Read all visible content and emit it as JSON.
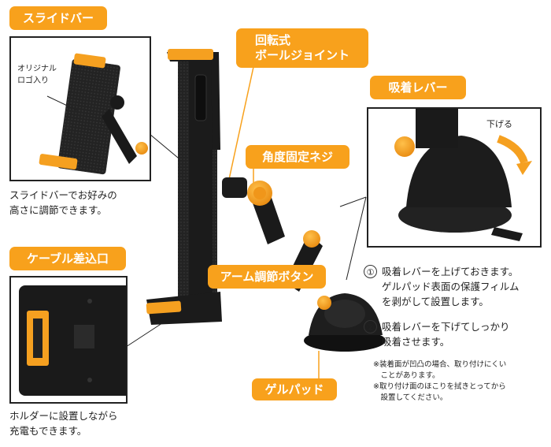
{
  "labels": {
    "slide_bar": "スライドバー",
    "ball_joint": "回転式\nボールジョイント",
    "suction_lever": "吸着レバー",
    "angle_screw": "角度固定ネジ",
    "cable_port": "ケーブル差込口",
    "arm_button": "アーム調節ボタン",
    "gel_pad": "ゲルパッド"
  },
  "slide_bar_box": {
    "logo_note": "オリジナル\nロゴ入り"
  },
  "lever_box": {
    "arrow_label": "下げる"
  },
  "descriptions": {
    "slide_bar": "スライドバーでお好みの\n高さに調節できます。",
    "cable_port": "ホルダーに設置しながら\n充電もできます。"
  },
  "steps": [
    {
      "num": "①",
      "text": "吸着レバーを上げておきます。\nゲルパッド表面の保護フィルム\nを剥がして設置します。"
    },
    {
      "num": "②",
      "text": "吸着レバーを下げてしっかり\n吸着させます。"
    }
  ],
  "notes": [
    "※装着面が凹凸の場合、取り付けにくい\n　ことがあります。",
    "※取り付け面のほこりを拭きとってから\n　設置してください。"
  ],
  "colors": {
    "accent": "#f8a11c",
    "device": "#1c1c1c",
    "orange_part": "#f5a020"
  }
}
